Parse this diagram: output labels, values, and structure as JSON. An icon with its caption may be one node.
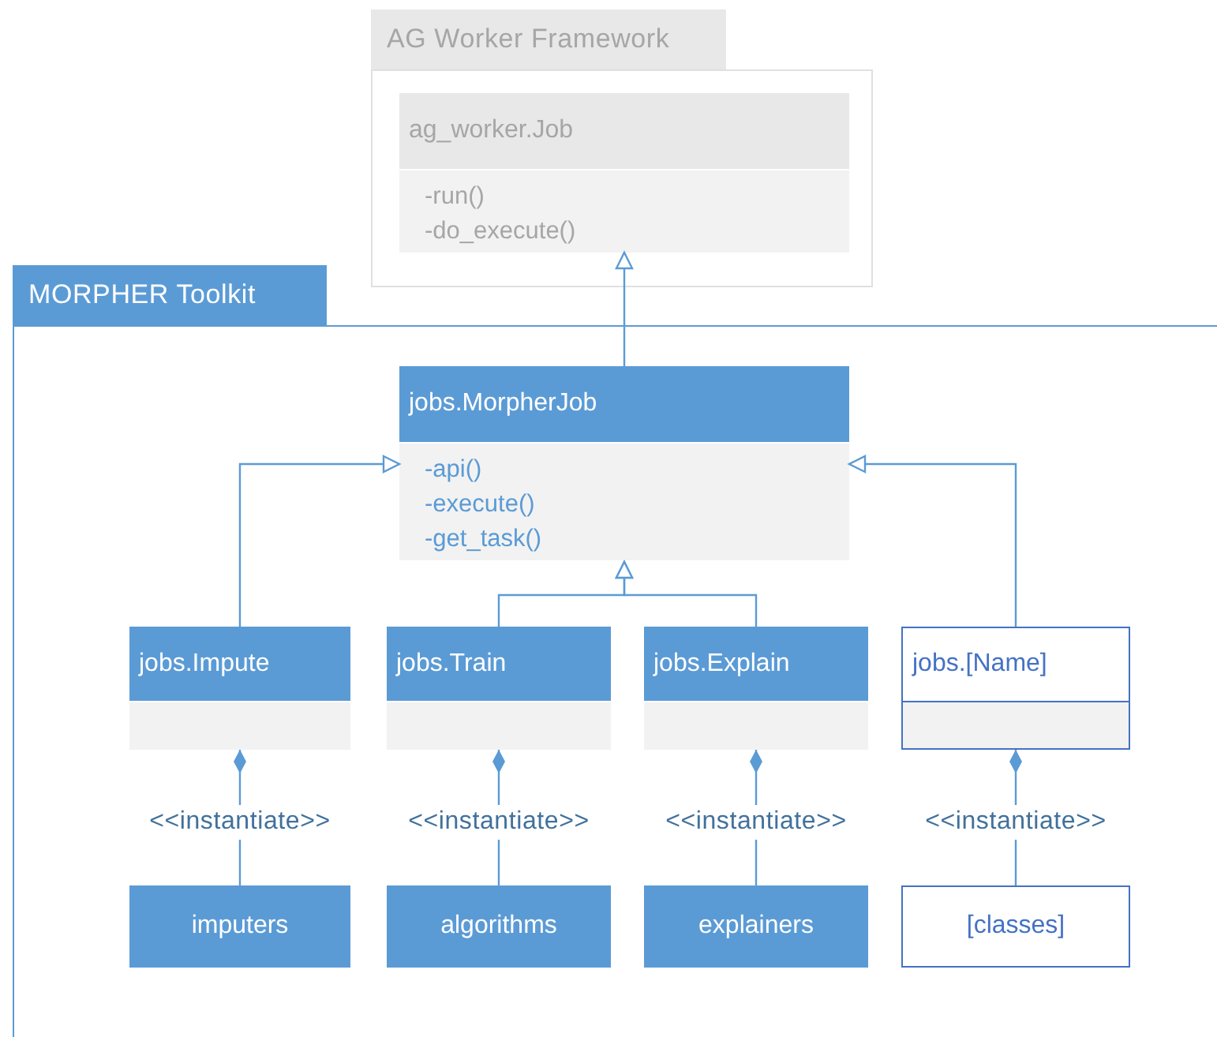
{
  "diagram": {
    "nodes": [
      {
        "text": [
          "AG Worker Framework"
        ]
      },
      {
        "text": [
          "ag_worker.Job",
          "-run()",
          "-do_execute()"
        ],
        "in": 0
      },
      {
        "text": [
          "MORPHER Toolkit"
        ]
      },
      {
        "text": [
          "jobs.MorpherJob",
          "-api()",
          "-execute()",
          "-get_task()"
        ],
        "in": 2
      },
      {
        "text": [
          "jobs.Impute"
        ],
        "in": 2
      },
      {
        "text": [
          "jobs.Train"
        ],
        "in": 2
      },
      {
        "text": [
          "jobs.Explain"
        ],
        "in": 2
      },
      {
        "text": [
          "jobs.[Name]"
        ],
        "in": 2
      },
      {
        "text": [
          "imputers"
        ],
        "in": 2
      },
      {
        "text": [
          "algorithms"
        ],
        "in": 2
      },
      {
        "text": [
          "explainers"
        ],
        "in": 2
      },
      {
        "text": [
          "[classes]"
        ],
        "in": 2
      }
    ],
    "edges": [
      {
        "from": 3,
        "to": 1,
        "arrow": "to"
      },
      {
        "from": 4,
        "to": 3,
        "arrow": "to"
      },
      {
        "from": 5,
        "to": 3,
        "arrow": "to"
      },
      {
        "from": 6,
        "to": 3,
        "arrow": "to"
      },
      {
        "from": 7,
        "to": 3,
        "arrow": "to"
      },
      {
        "from": 8,
        "to": 4,
        "arrow": "other",
        "label": "<<instantiate>>"
      },
      {
        "from": 9,
        "to": 5,
        "arrow": "other",
        "label": "<<instantiate>>"
      },
      {
        "from": 10,
        "to": 6,
        "arrow": "other",
        "label": "<<instantiate>>"
      },
      {
        "from": 11,
        "to": 7,
        "arrow": "other",
        "label": "<<instantiate>>"
      }
    ]
  }
}
